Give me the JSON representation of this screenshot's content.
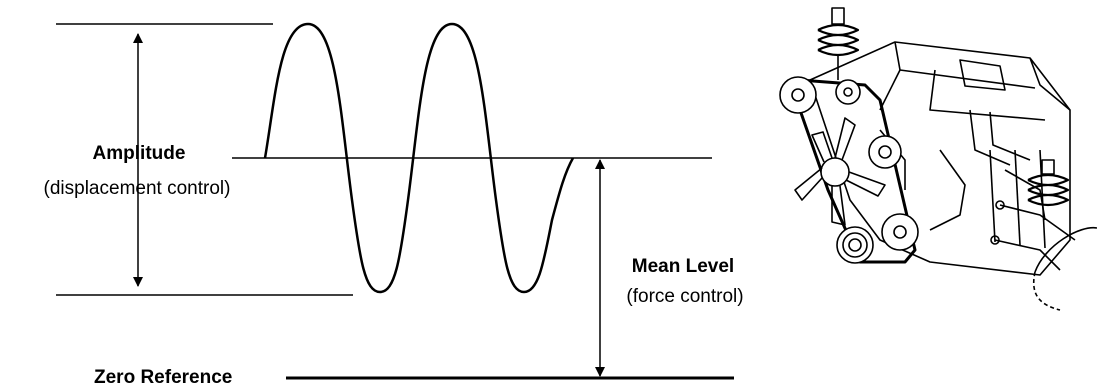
{
  "labels": {
    "amplitude": {
      "title": "Amplitude",
      "subtitle": "(displacement control)"
    },
    "mean_level": {
      "title": "Mean Level",
      "subtitle": "(force control)"
    },
    "zero_reference": "Zero Reference"
  },
  "illustration": "engine-drawing",
  "colors": {
    "ink": "#000000",
    "background": "#ffffff"
  }
}
